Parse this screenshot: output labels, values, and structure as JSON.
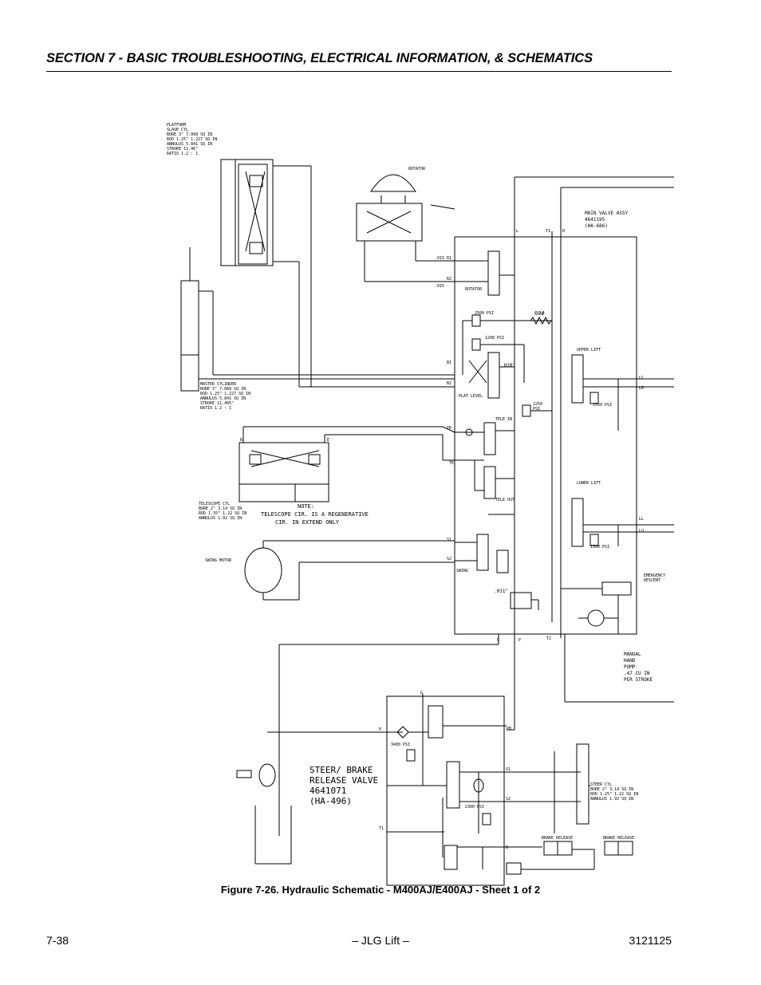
{
  "header": {
    "section_title": "SECTION 7 - BASIC TROUBLESHOOTING, ELECTRICAL INFORMATION, & SCHEMATICS"
  },
  "schematic": {
    "platform_slave_cyl": [
      "PLATFORM",
      "SLAVE CYL",
      "BORE  3\"     7.068 SQ IN",
      "ROD  1.25\"   1.227 SQ IN",
      "ANNULUS      5.841 SQ IN",
      "STROKE       11.46\"",
      "RATIO        1.2 : 1"
    ],
    "master_cylinder": [
      "MASTER CYLINDER",
      "BORE  3\"     7.068 SQ IN",
      "ROD  1.25\"   1.227 SQ IN",
      "ANNULUS      5.841 SQ IN",
      "STROKE       11.495\"",
      "RATIO        1.2 : 1"
    ],
    "telescope_cyl": [
      "TELESCOPE CYL",
      "BORE  2\"    3.14 SQ IN",
      "ROD  1.35\"  1.22 SQ IN",
      "ANNULUS     1.92 SQ IN"
    ],
    "telescope_note": [
      "NOTE:",
      "TELESCOPE CIR. IS A REGENERATIVE",
      "CIR. IN EXTEND ONLY"
    ],
    "steer_cyl": [
      "STEER CYL",
      "BORE  2\"    3.14 SQ IN",
      "ROD  1.25\"  1.22 SQ IN",
      "ANNULUS     1.92 SQ IN"
    ],
    "main_valve": [
      "MAIN VALVE ASSY",
      "4641195",
      "(HA-686)"
    ],
    "steer_brake_valve": [
      "STEER/ BRAKE",
      "RELEASE VALVE",
      "4641071",
      "(HA-496)"
    ],
    "manual_pump": [
      "MANUAL",
      "HAND",
      "PUMP",
      ".47 CU IN",
      "PER STROKE"
    ],
    "labels": {
      "rotator": "ROTATOR",
      "rotator_valve": "ROTATOR",
      "plat_level": "PLAT LEVEL",
      "upper_lift": "UPPER LIFT",
      "lower_lift": "LOWER LIFT",
      "tele_in": "TELE IN",
      "tele_out": "TELE OUT",
      "swing": "SWING",
      "swing_motor": "SWING MOTOR",
      "emergency_descent": [
        "EMERGENCY",
        "DESCENT"
      ],
      "brake_release_1": "BRAKE RELEASE",
      "brake_release_2": "BRAKE RELEASE",
      "psi_2500": "2500 PSI",
      "psi_1200": "1200 PSI",
      "psi_2250": [
        "2250",
        "PSI"
      ],
      "psi_1550": "1550 PSI",
      "psi_1500": "1500 PSI",
      "psi_3400": "3400 PSI",
      "psi_2300": "2300 PSI",
      "spring_60": "60#",
      "orf_015a": ".015",
      "orf_015b": ".015",
      "orf_028": ".028\"",
      "orf_031": ".031\"",
      "port_L": "L",
      "port_T1": "T1",
      "port_R": "R",
      "port_R1": "R1",
      "port_R2": "R2",
      "port_B1": "B1",
      "port_B2": "B2",
      "port_TR": "TR",
      "port_TE": "TE",
      "port_S1": "S1",
      "port_S2": "S2",
      "port_G": "G",
      "port_P": "P",
      "port_T2": "T2",
      "port_LC": "LC",
      "port_LR": "LR",
      "port_LL": "LL",
      "port_LU": "LU",
      "sb_G": "G",
      "sb_P": "P",
      "sb_PB": "PB",
      "sb_S1": "S1",
      "sb_S2": "S2",
      "sb_T1": "T1",
      "sb_B": "B",
      "tele_R": "R",
      "tele_E": "E"
    }
  },
  "caption": "Figure 7-26.  Hydraulic Schematic - M400AJ/E400AJ - Sheet 1 of 2",
  "footer": {
    "page_number": "7-38",
    "center": "– JLG Lift –",
    "doc_number": "3121125"
  }
}
